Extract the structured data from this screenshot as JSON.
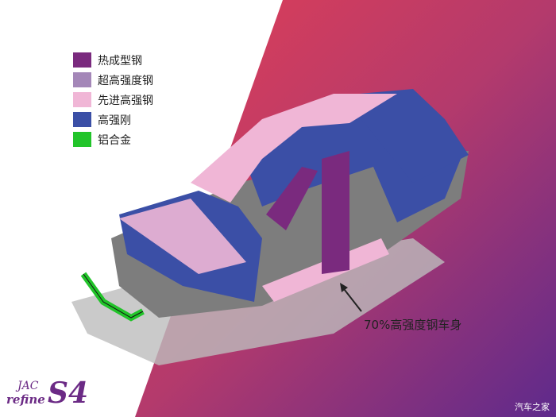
{
  "legend": {
    "items": [
      {
        "label": "热成型钢",
        "color": "#7a2a7e"
      },
      {
        "label": "超高强度钢",
        "color": "#a487b8"
      },
      {
        "label": "先进高强钢",
        "color": "#f0b6d6"
      },
      {
        "label": "高强刚",
        "color": "#3b4fa6"
      },
      {
        "label": "铝合金",
        "color": "#22c42a"
      }
    ]
  },
  "callout": "70%高强度钢车身",
  "logo": {
    "brand": "JAC",
    "sub": "refine",
    "model": "S4"
  },
  "watermark": "汽车之家"
}
